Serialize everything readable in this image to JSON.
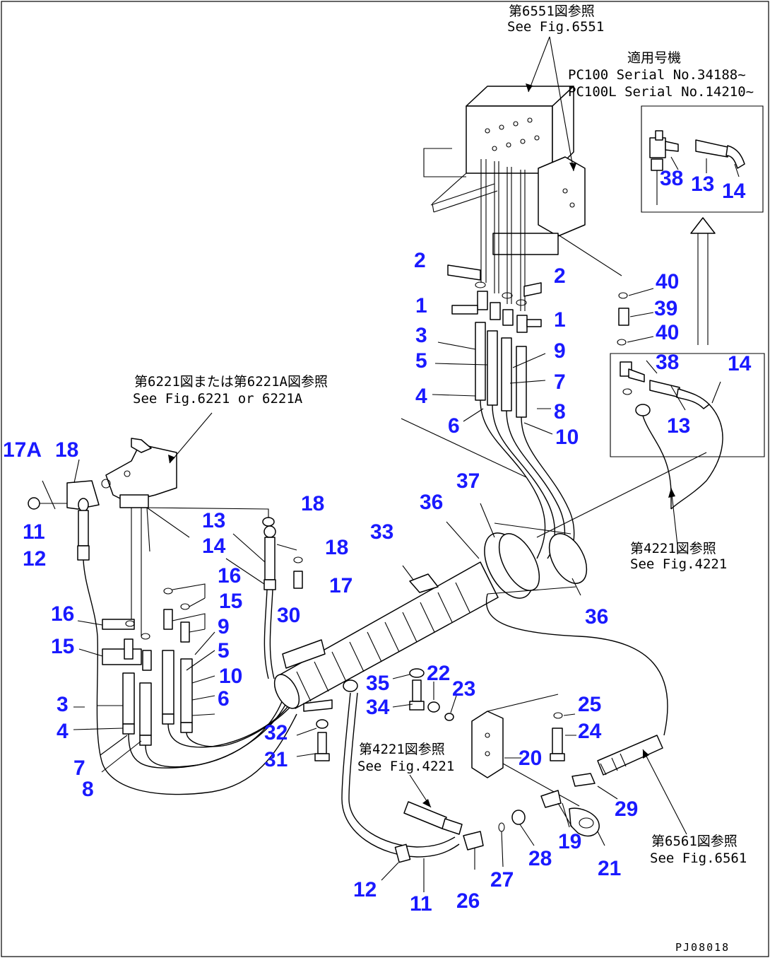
{
  "colors": {
    "callout": "#1a1aff",
    "line": "#000000",
    "background": "#ffffff"
  },
  "figure_id": "PJ08018",
  "notes": {
    "valve_ref_jp": "第6551図参照",
    "valve_ref_en": "See Fig.6551",
    "serial_title": "適用号機",
    "serial_line1": "PC100  Serial No.34188~",
    "serial_line2": "PC100L Serial No.14210~",
    "block_ref_jp": "第6221図または第6221A図参照",
    "block_ref_en": "See Fig.6221 or 6221A",
    "ref4221_right_jp": "第4221図参照",
    "ref4221_right_en": "See Fig.4221",
    "ref4221_bottom_jp": "第4221図参照",
    "ref4221_bottom_en": "See Fig.4221",
    "ref6561_jp": "第6561図参照",
    "ref6561_en": "See Fig.6561"
  },
  "callouts": {
    "c1a": "1",
    "c1b": "1",
    "c2a": "2",
    "c2b": "2",
    "c3a": "3",
    "c3b": "3",
    "c4a": "4",
    "c4b": "4",
    "c5a": "5",
    "c5b": "5",
    "c6a": "6",
    "c6b": "6",
    "c7a": "7",
    "c7b": "7",
    "c8a": "8",
    "c8b": "8",
    "c9a": "9",
    "c9b": "9",
    "c10a": "10",
    "c10b": "10",
    "c11a": "11",
    "c11b": "11",
    "c12a": "12",
    "c12b": "12",
    "c13a": "13",
    "c13b": "13",
    "c13c": "13",
    "c14a": "14",
    "c14b": "14",
    "c14c": "14",
    "c15a": "15",
    "c15b": "15",
    "c16a": "16",
    "c16b": "16",
    "c17": "17",
    "c17a": "17A",
    "c18a": "18",
    "c18b": "18",
    "c18c": "18",
    "c19": "19",
    "c20": "20",
    "c21": "21",
    "c22": "22",
    "c23": "23",
    "c24": "24",
    "c25": "25",
    "c26": "26",
    "c27": "27",
    "c28": "28",
    "c29": "29",
    "c30": "30",
    "c31": "31",
    "c32": "32",
    "c33": "33",
    "c34": "34",
    "c35": "35",
    "c36a": "36",
    "c36b": "36",
    "c37": "37",
    "c38a": "38",
    "c38b": "38",
    "c39": "39",
    "c40a": "40",
    "c40b": "40"
  }
}
